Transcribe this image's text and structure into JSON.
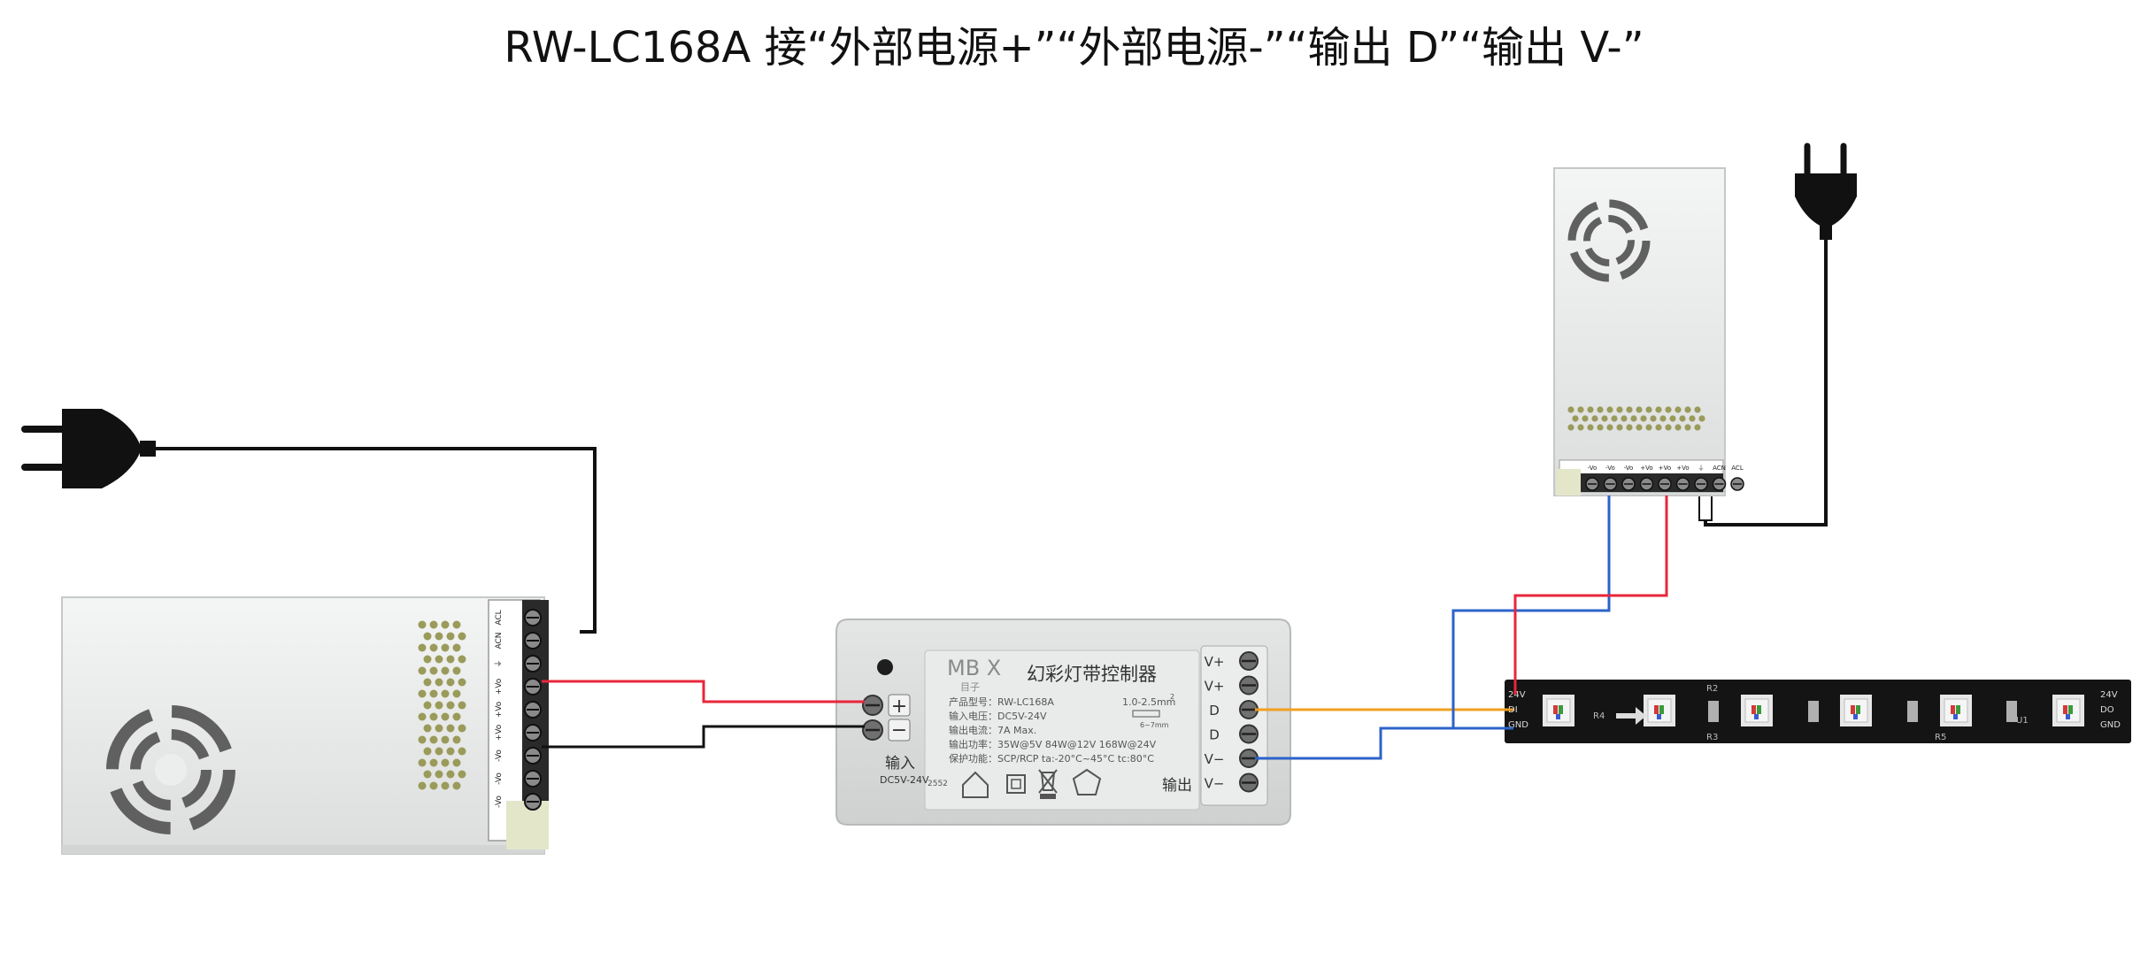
{
  "title": "RW-LC168A 接“外部电源+”“外部电源-”“输出 D”“输出 V-”",
  "colors": {
    "wire_red": "#e8263a",
    "wire_black": "#111111",
    "wire_blue": "#2c63c8",
    "wire_orange": "#f0a020",
    "psu_body": "#eceded",
    "controller_body": "#dcdede",
    "strip_body": "#141414",
    "terminal_tab": "#e3e6c9"
  },
  "power_supply_left": {
    "terminal_labels": [
      "ACL",
      "ACN",
      "⏚",
      "+Vo",
      "+Vo",
      "+Vo",
      "-Vo",
      "-Vo",
      "-Vo"
    ]
  },
  "power_supply_right": {
    "terminal_labels": [
      "-Vo",
      "-Vo",
      "-Vo",
      "+Vo",
      "+Vo",
      "+Vo",
      "⏚",
      "ACN",
      "ACL"
    ]
  },
  "controller": {
    "brand": "MB X",
    "brand_sub": "目子",
    "name": "幻彩灯带控制器",
    "spec_rows": [
      "产品型号：RW-LC168A",
      "输入电压：DC5V-24V",
      "输出电流：7A  Max.",
      "输出功率：35W@5V  84W@12V  168W@24V",
      "保护功能：SCP/RCP   ta:-20°C~45°C   tc:80°C"
    ],
    "wire_gauge": "1.0-2.5mm",
    "strip_length": "6~7mm",
    "input_plus": "+",
    "input_minus": "−",
    "input_label": "输入",
    "input_voltage": "DC5V-24V",
    "output_label": "输出",
    "output_terminals": [
      "V+",
      "V+",
      "D",
      "D",
      "V−",
      "V−"
    ],
    "code": "2552"
  },
  "led_strip": {
    "pad_labels_left": [
      "24V",
      "DI",
      "GND"
    ],
    "pad_labels_right": [
      "24V",
      "DO",
      "GND"
    ],
    "resistor_labels": [
      "R4",
      "R2",
      "R3",
      "R5",
      "U1"
    ]
  }
}
